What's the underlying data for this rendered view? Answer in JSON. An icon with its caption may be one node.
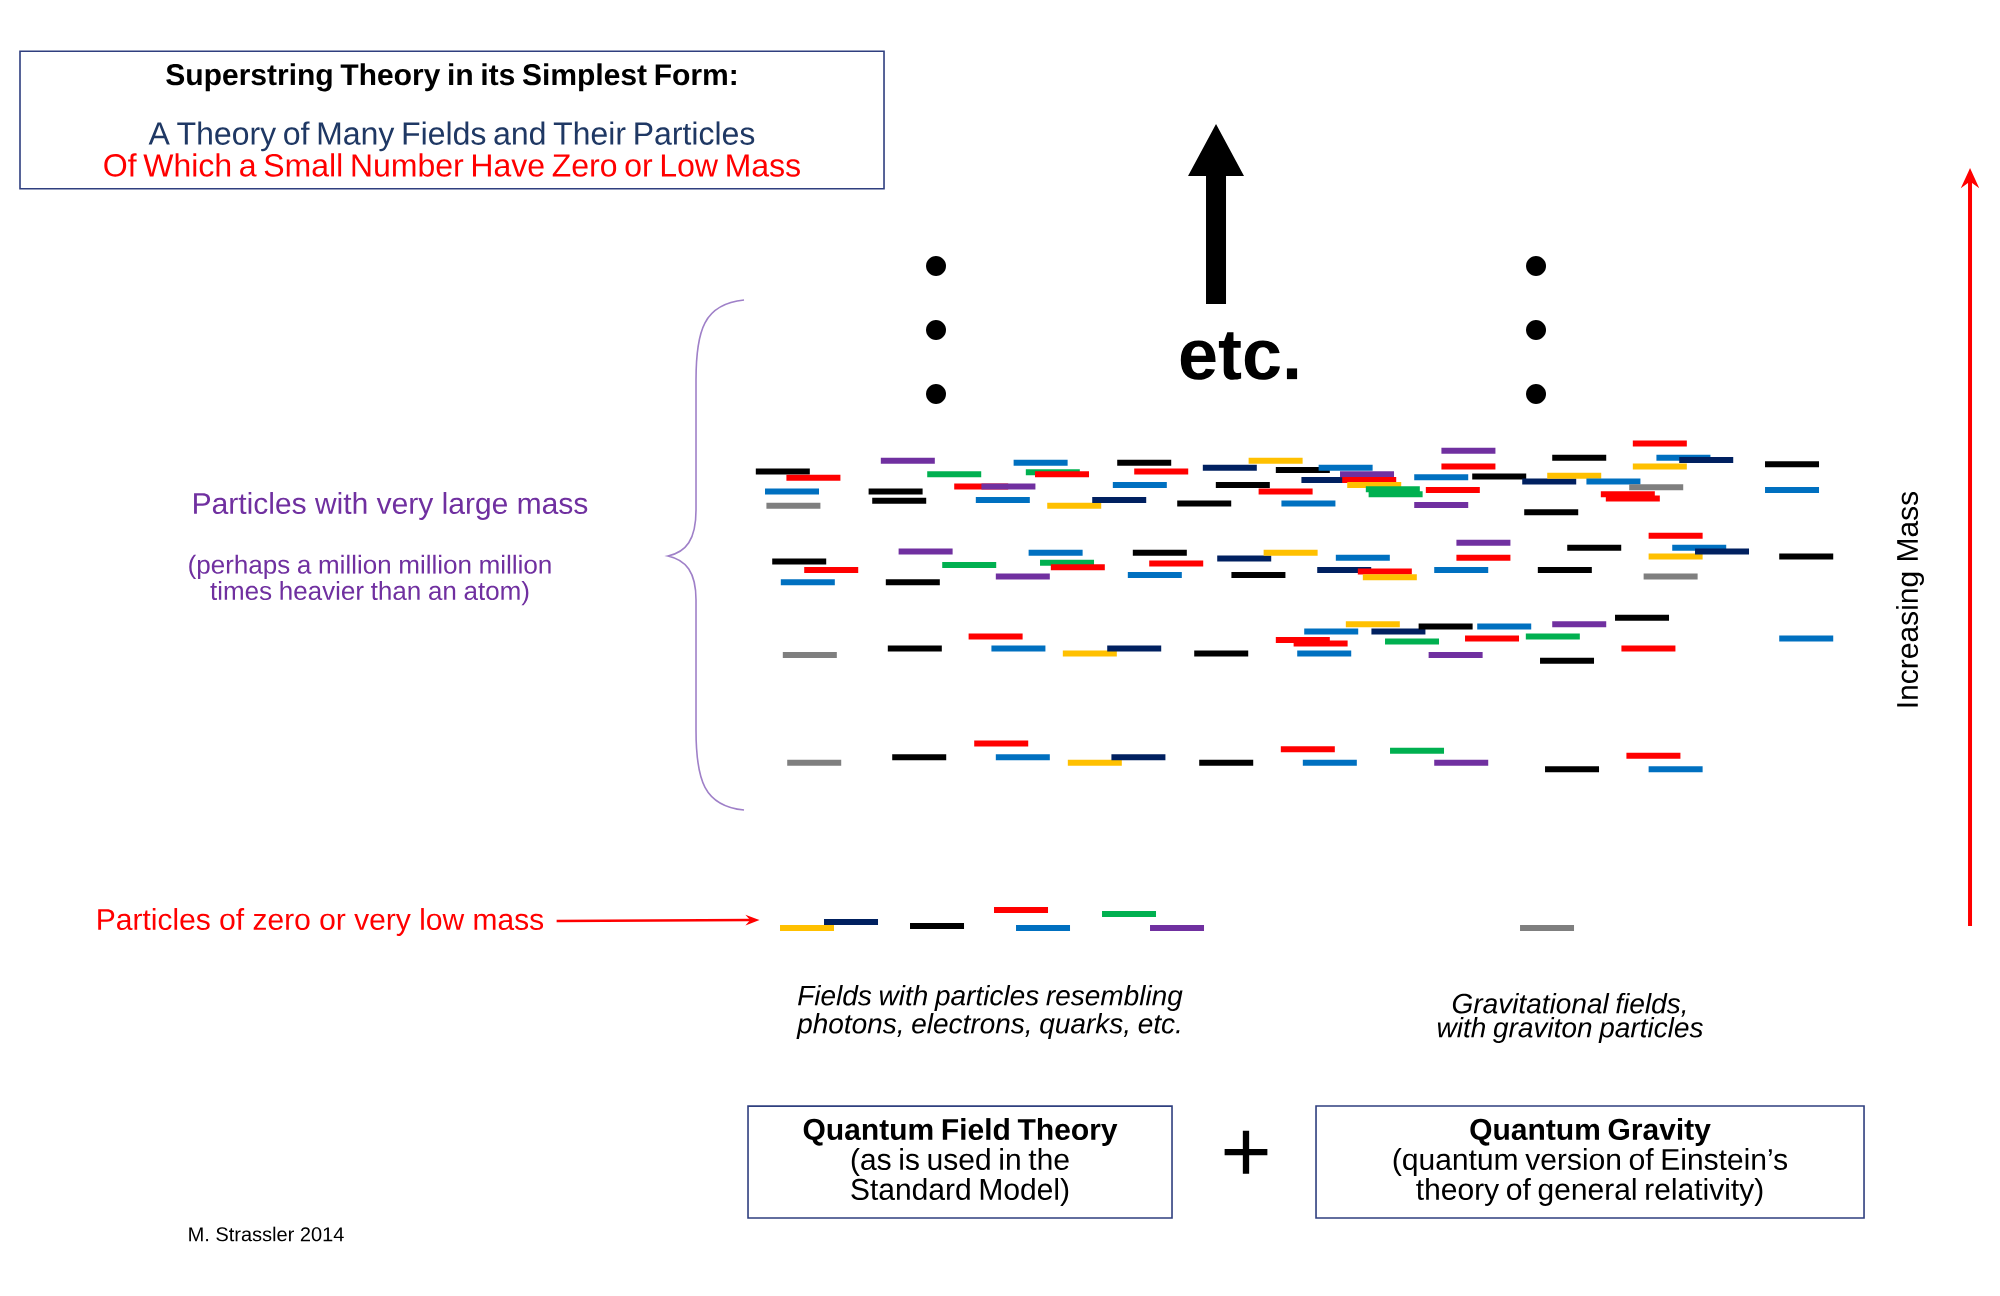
{
  "diagram": {
    "nodes": [
      {
        "text": [
          "Superstring Theory in its Simplest Form:",
          "A Theory of Many Fields and Their Particles",
          "Of Which a Small Number Have Zero or Low Mass"
        ]
      },
      {
        "text": [
          "Quantum Field Theory",
          "(as is used in the Standard Model)"
        ]
      },
      {
        "text": [
          "Quantum Gravity",
          "(quantum version of Einstein’s theory of general relativity)"
        ]
      },
      {
        "text": [
          "Particles of zero or very low mass"
        ]
      },
      {
        "text": [],
        "shape": "bar"
      }
    ],
    "edges": [
      {
        "from": 3,
        "to": 4,
        "arrow": "to"
      }
    ],
    "labels": [
      "etc.",
      "Particles with very large mass",
      "(perhaps a million million million times heavier than an atom)",
      "Fields with particles resembling photons, electrons, quarks, etc.",
      "Gravitational fields, with graviton particles",
      "Increasing Mass",
      "+",
      "M. Strassler 2014"
    ]
  }
}
